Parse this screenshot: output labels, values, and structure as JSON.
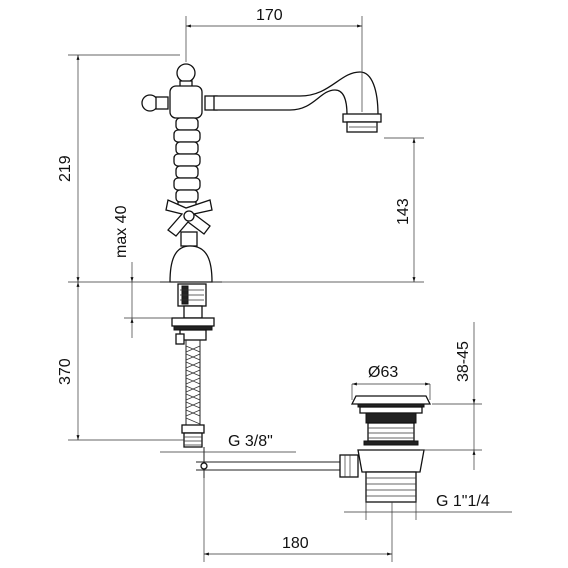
{
  "dimensions": {
    "spout_reach": "170",
    "total_height": "219",
    "spout_height": "143",
    "max_deck_thickness": "max 40",
    "hose_length": "370",
    "inlet_thread": "G 3/8\"",
    "waste_diameter": "Ø63",
    "waste_thickness_range": "38-45",
    "waste_thread": "G 1\"1/4",
    "rod_length": "180"
  },
  "icons": {
    "faucet": "faucet-drawing",
    "waste": "pop-up-waste-drawing"
  }
}
